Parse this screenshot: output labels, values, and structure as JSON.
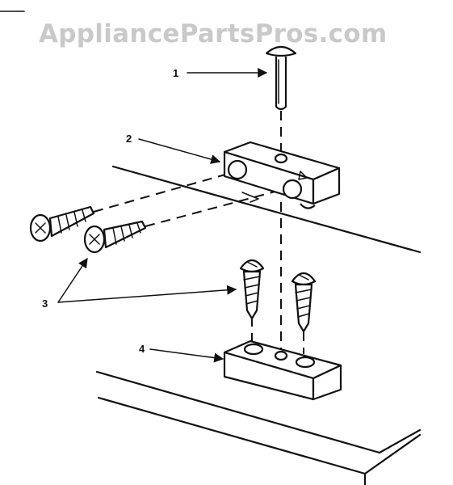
{
  "watermark": "AppliancePartsPros.com",
  "callouts": {
    "c1": "1",
    "c2": "2",
    "c3": "3",
    "c4": "4"
  },
  "colors": {
    "ink": "#111111",
    "watermark": "#c9c9c9",
    "background": "#ffffff"
  }
}
